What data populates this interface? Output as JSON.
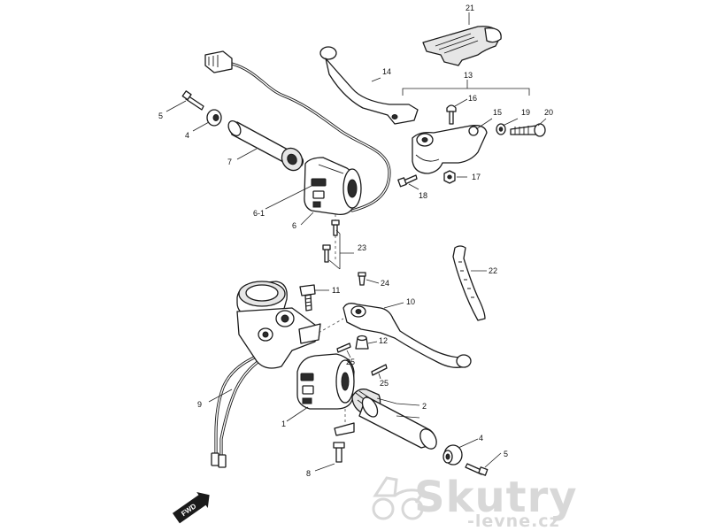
{
  "diagram": {
    "labels": {
      "l1": "1",
      "l2": "2",
      "l4a": "4",
      "l4b": "4",
      "l5a": "5",
      "l5b": "5",
      "l6": "6",
      "l6_1": "6-1",
      "l7": "7",
      "l8": "8",
      "l9": "9",
      "l10": "10",
      "l11": "11",
      "l12": "12",
      "l13": "13",
      "l14": "14",
      "l15": "15",
      "l16": "16",
      "l17": "17",
      "l18": "18",
      "l19": "19",
      "l20": "20",
      "l21": "21",
      "l22": "22",
      "l23": "23",
      "l24": "24",
      "l25a": "25",
      "l25b": "25"
    },
    "direction_badge": "FWD",
    "watermark": {
      "main": "Skutry",
      "sub": "-levne.cz"
    }
  },
  "colors": {
    "line": "#1a1a1a",
    "watermark": "#d8d8d8",
    "badge": "#1a1a1a"
  }
}
